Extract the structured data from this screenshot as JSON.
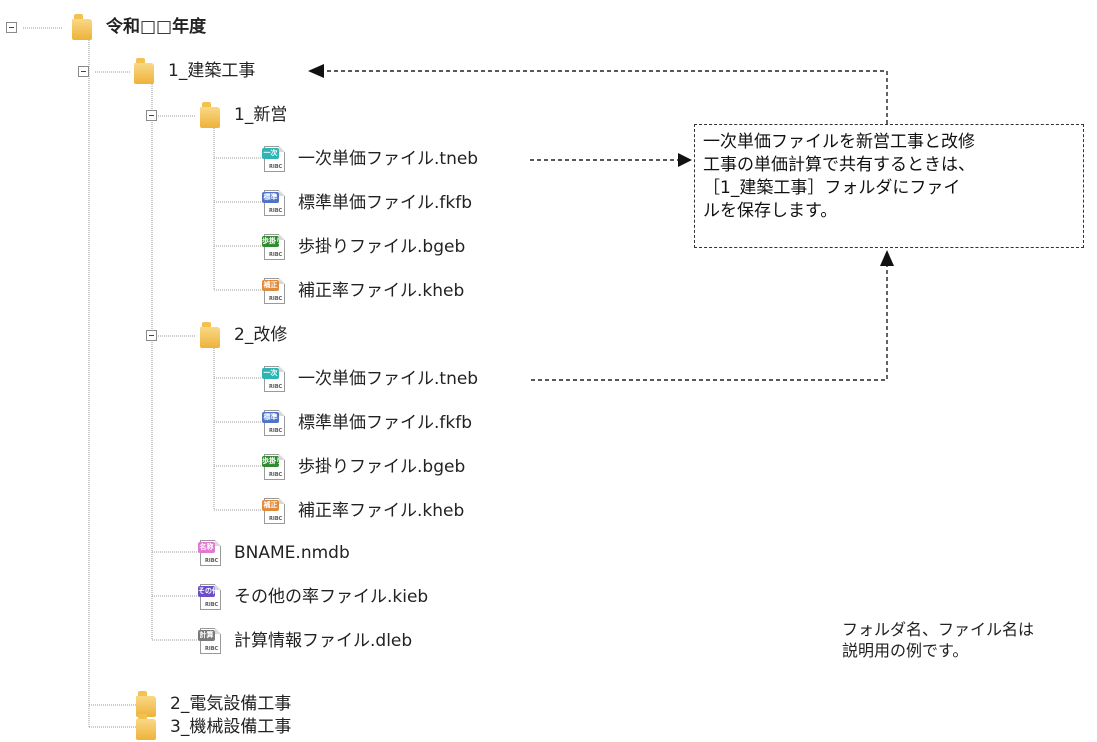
{
  "tree": {
    "root": {
      "label": "令和□□年度"
    },
    "kenchiku": {
      "label": "1_建築工事"
    },
    "shinei": {
      "label": "1_新営",
      "files": [
        {
          "label": "一次単価ファイル.tneb",
          "badge": "一次",
          "color": "#2fb4b4"
        },
        {
          "label": "標準単価ファイル.fkfb",
          "badge": "標準",
          "color": "#4f73c9"
        },
        {
          "label": "歩掛りファイル.bgeb",
          "badge": "歩掛り",
          "color": "#2e8b2e"
        },
        {
          "label": "補正率ファイル.kheb",
          "badge": "補正",
          "color": "#e08a3c"
        }
      ]
    },
    "kaishu": {
      "label": "2_改修",
      "files": [
        {
          "label": "一次単価ファイル.tneb",
          "badge": "一次",
          "color": "#2fb4b4"
        },
        {
          "label": "標準単価ファイル.fkfb",
          "badge": "標準",
          "color": "#4f73c9"
        },
        {
          "label": "歩掛りファイル.bgeb",
          "badge": "歩掛り",
          "color": "#2e8b2e"
        },
        {
          "label": "補正率ファイル.kheb",
          "badge": "補正",
          "color": "#e08a3c"
        }
      ]
    },
    "other_files": [
      {
        "label": "BNAME.nmdb",
        "badge": "名称",
        "color": "#e07ad0"
      },
      {
        "label": "その他の率ファイル.kieb",
        "badge": "その他",
        "color": "#6a4fc9"
      },
      {
        "label": "計算情報ファイル.dleb",
        "badge": "計算",
        "color": "#7a7a7a"
      }
    ],
    "denki": {
      "label": "2_電気設備工事"
    },
    "kikai": {
      "label": "3_機械設備工事"
    },
    "file_footer": "RIBC"
  },
  "note": {
    "lines": [
      "一次単価ファイルを新営工事と改修",
      "工事の単価計算で共有するときは、",
      "［1_建築工事］フォルダにファイ",
      "ルを保存します。"
    ]
  },
  "footnote": {
    "lines": [
      "フォルダ名、ファイル名は",
      "説明用の例です。"
    ]
  }
}
